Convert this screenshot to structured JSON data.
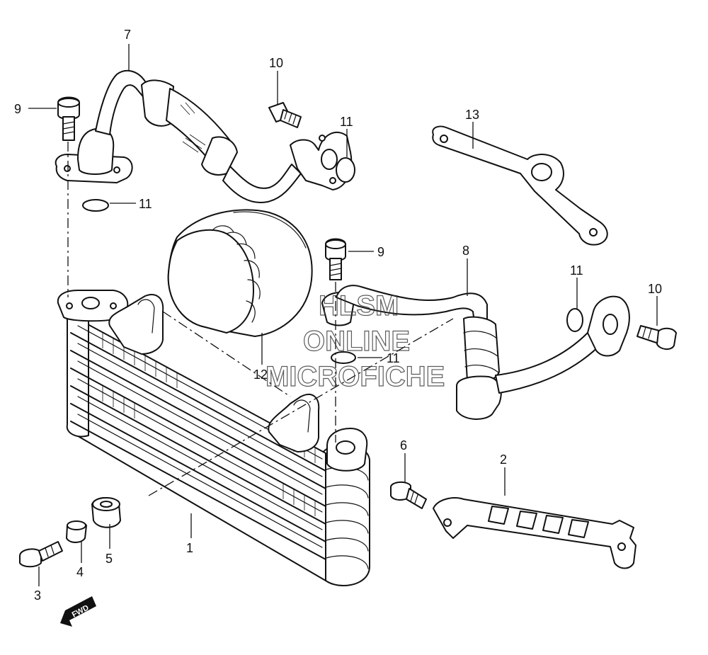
{
  "callouts": {
    "c1": "1",
    "c2": "2",
    "c3": "3",
    "c4": "4",
    "c5": "5",
    "c6": "6",
    "c7": "7",
    "c8": "8",
    "c9a": "9",
    "c9b": "9",
    "c10a": "10",
    "c10b": "10",
    "c11a": "11",
    "c11b": "11",
    "c11c": "11",
    "c11d": "11",
    "c12": "12",
    "c13": "13"
  },
  "watermark": {
    "line1": "HLSM",
    "line2": "ONLINE",
    "line3": "MICROFICHE"
  },
  "direction_badge": {
    "label": "FWD",
    "icon": "forward-arrow-icon"
  }
}
